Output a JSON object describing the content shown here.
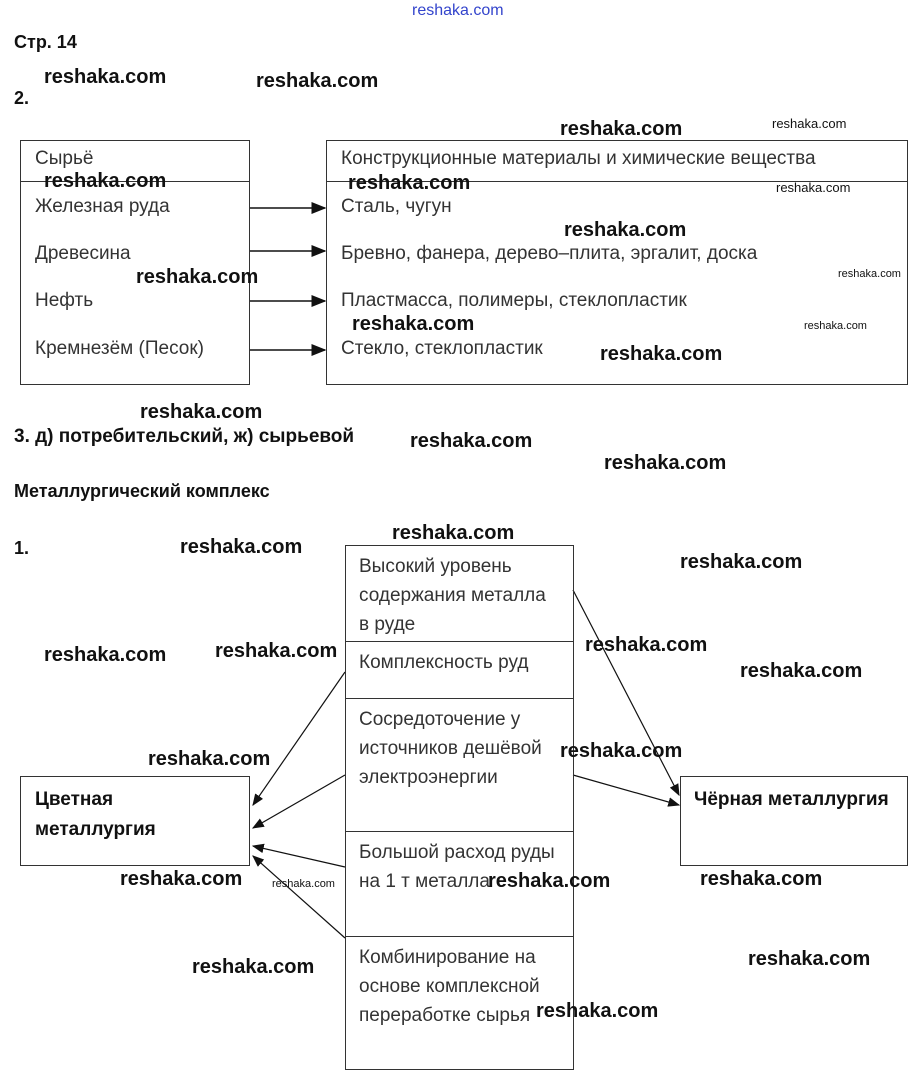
{
  "watermark": "reshaka.com",
  "page_label": "Стр. 14",
  "task2": {
    "number": "2.",
    "left_header": "Сырьё",
    "right_header": "Конструкционные материалы и химические вещества",
    "rows": [
      {
        "raw": "Железная руда",
        "product": "Сталь, чугун"
      },
      {
        "raw": "Древесина",
        "product": "Бревно, фанера, дерево–плита, эргалит, доска"
      },
      {
        "raw": "Нефть",
        "product": "Пластмасса, полимеры, стеклопластик"
      },
      {
        "raw": "Кремнезём (Песок)",
        "product": "Стекло, стеклопластик"
      }
    ]
  },
  "task3": "3. д) потребительский, ж) сырьевой",
  "section_title": "Металлургический комплекс",
  "task1": {
    "number": "1.",
    "left_box": "Цветная металлургия",
    "right_box": "Чёрная металлургия",
    "factors": [
      "Высокий уровень содержания металла в руде",
      "Комплексность руд",
      "Сосредоточение у источников дешёвой электроэнергии",
      "Большой расход руды на 1 т металла",
      "Комбинирование на основе комплексной переработке сырья"
    ]
  }
}
